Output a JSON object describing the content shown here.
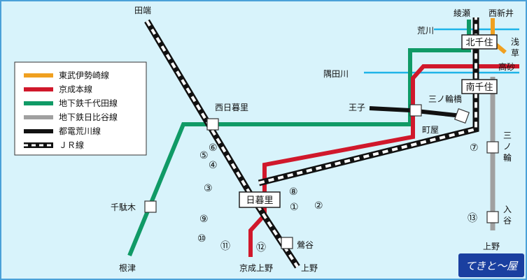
{
  "colors": {
    "background": "#d8f3fb",
    "border": "#4aa0d8",
    "tobu": "#f0a020",
    "keisei": "#d0182b",
    "chiyoda": "#109a66",
    "hibiya": "#a0a0a0",
    "toden": "#111111",
    "jr": "#111111",
    "river": "#1eb4e8"
  },
  "legend": {
    "items": [
      {
        "label": "東武伊勢崎線",
        "line": "tobu"
      },
      {
        "label": "京成本線",
        "line": "keisei"
      },
      {
        "label": "地下鉄千代田線",
        "line": "chiyoda"
      },
      {
        "label": "地下鉄日比谷線",
        "line": "hibiya"
      },
      {
        "label": "都電荒川線",
        "line": "toden"
      },
      {
        "label": "ＪＲ線",
        "line": "jr"
      }
    ]
  },
  "stations": {
    "nippori": "日暮里",
    "kitasenju": "北千住",
    "minamisenju": "南千住",
    "nishinippori": "西日暮里",
    "machiya": "町屋",
    "sendagi": "千駄木",
    "uguisudani": "鶯谷",
    "nezu": "根津",
    "keisei_ueno": "京成上野",
    "ueno_jr": "上野",
    "ueno_hibiya": "上野",
    "tabata": "田端",
    "ayase": "綾瀬",
    "nishiarai": "西新井",
    "oji": "王子",
    "takasago": "高砂",
    "asakusa_1": "浅",
    "asakusa_2": "草",
    "minowabashi": "三ノ輪橋",
    "minowa_1": "三",
    "minowa_2": "ノ",
    "minowa_3": "輪",
    "iriya_1": "入",
    "iriya_2": "谷"
  },
  "rivers": {
    "arakawa": "荒川",
    "sumidagawa": "隅田川"
  },
  "numbers": {
    "n1": "①",
    "n2": "②",
    "n3": "③",
    "n4": "④",
    "n5": "⑤",
    "n6": "⑥",
    "n7": "⑦",
    "n8": "⑧",
    "n9": "⑨",
    "n10": "⑩",
    "n11": "⑪",
    "n12": "⑫",
    "n13": "⑬"
  },
  "logo": {
    "text": "てきと〜屋"
  }
}
